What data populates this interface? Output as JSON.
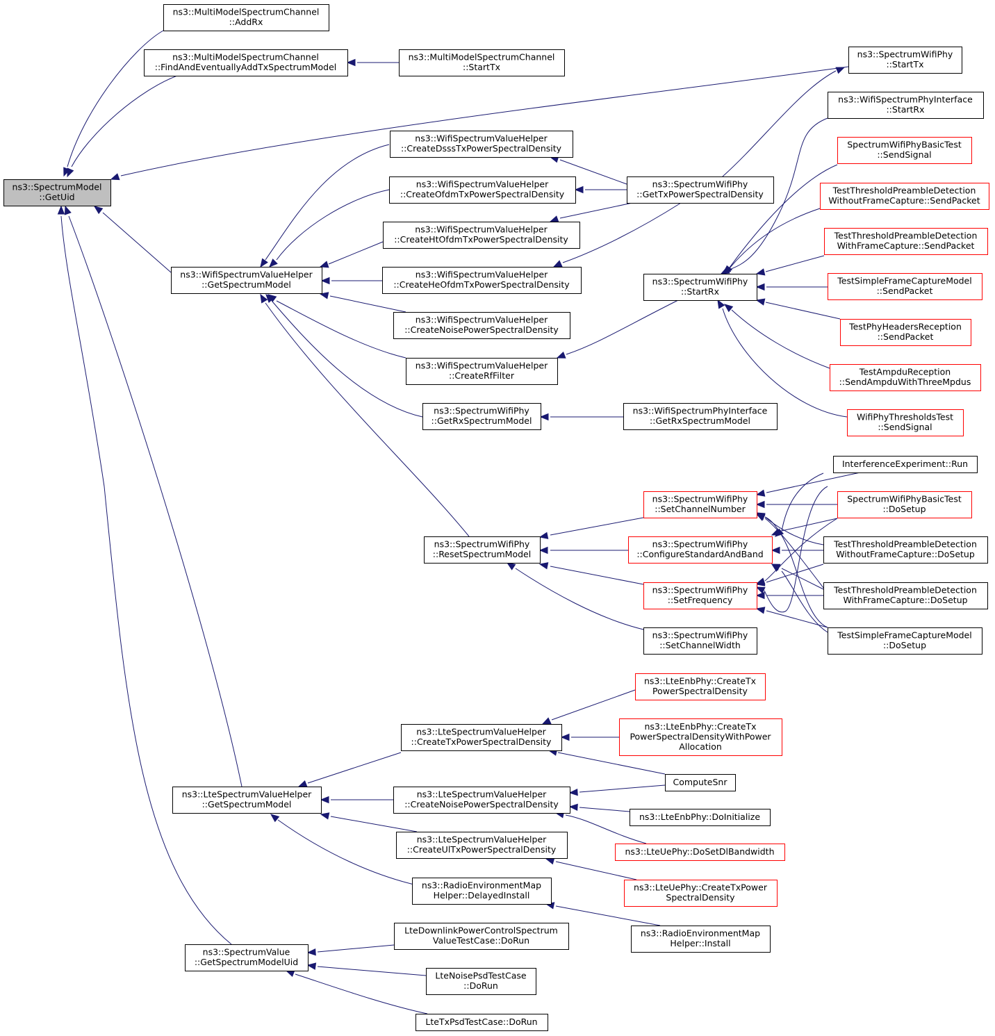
{
  "colors": {
    "edge": "#191970",
    "border_normal": "#000000",
    "border_truncated": "#ff0000",
    "root_fill": "#bfbfbf",
    "node_fill": "#ffffff"
  },
  "nodes": {
    "root": {
      "lines": [
        "ns3::SpectrumModel",
        "::GetUid"
      ],
      "style": "root"
    },
    "mmsc_addrx": {
      "lines": [
        "ns3::MultiModelSpectrumChannel",
        "::AddRx"
      ],
      "style": "normal"
    },
    "mmsc_find": {
      "lines": [
        "ns3::MultiModelSpectrumChannel",
        "::FindAndEventuallyAddTxSpectrumModel"
      ],
      "style": "normal"
    },
    "mmsc_starttx": {
      "lines": [
        "ns3::MultiModelSpectrumChannel",
        "::StartTx"
      ],
      "style": "normal"
    },
    "swp_starttx": {
      "lines": [
        "ns3::SpectrumWifiPhy",
        "::StartTx"
      ],
      "style": "normal"
    },
    "wspi_startrx": {
      "lines": [
        "ns3::WifiSpectrumPhyInterface",
        "::StartRx"
      ],
      "style": "normal"
    },
    "swpbt_sendsignal": {
      "lines": [
        "SpectrumWifiPhyBasicTest",
        "::SendSignal"
      ],
      "style": "truncated"
    },
    "ttpd_wo_sendpacket": {
      "lines": [
        "TestThresholdPreambleDetection",
        "WithoutFrameCapture::SendPacket"
      ],
      "style": "truncated"
    },
    "ttpd_w_sendpacket": {
      "lines": [
        "TestThresholdPreambleDetection",
        "WithFrameCapture::SendPacket"
      ],
      "style": "truncated"
    },
    "tsfcm_sendpacket": {
      "lines": [
        "TestSimpleFrameCaptureModel",
        "::SendPacket"
      ],
      "style": "truncated"
    },
    "tphr_sendpacket": {
      "lines": [
        "TestPhyHeadersReception",
        "::SendPacket"
      ],
      "style": "truncated"
    },
    "tar_send3": {
      "lines": [
        "TestAmpduReception",
        "::SendAmpduWithThreeMpdus"
      ],
      "style": "truncated"
    },
    "wptt_sendsignal": {
      "lines": [
        "WifiPhyThresholdsTest",
        "::SendSignal"
      ],
      "style": "truncated"
    },
    "wsvh_dsss": {
      "lines": [
        "ns3::WifiSpectrumValueHelper",
        "::CreateDsssTxPowerSpectralDensity"
      ],
      "style": "normal"
    },
    "wsvh_ofdm": {
      "lines": [
        "ns3::WifiSpectrumValueHelper",
        "::CreateOfdmTxPowerSpectralDensity"
      ],
      "style": "normal"
    },
    "wsvh_ht": {
      "lines": [
        "ns3::WifiSpectrumValueHelper",
        "::CreateHtOfdmTxPowerSpectralDensity"
      ],
      "style": "normal"
    },
    "wsvh_he": {
      "lines": [
        "ns3::WifiSpectrumValueHelper",
        "::CreateHeOfdmTxPowerSpectralDensity"
      ],
      "style": "normal"
    },
    "wsvh_noise": {
      "lines": [
        "ns3::WifiSpectrumValueHelper",
        "::CreateNoisePowerSpectralDensity"
      ],
      "style": "normal"
    },
    "wsvh_rf": {
      "lines": [
        "ns3::WifiSpectrumValueHelper",
        "::CreateRfFilter"
      ],
      "style": "normal"
    },
    "swp_getrxsm": {
      "lines": [
        "ns3::SpectrumWifiPhy",
        "::GetRxSpectrumModel"
      ],
      "style": "normal"
    },
    "wspi_getrxsm": {
      "lines": [
        "ns3::WifiSpectrumPhyInterface",
        "::GetRxSpectrumModel"
      ],
      "style": "normal"
    },
    "wsvh_getsm": {
      "lines": [
        "ns3::WifiSpectrumValueHelper",
        "::GetSpectrumModel"
      ],
      "style": "normal"
    },
    "swp_gettxpsd": {
      "lines": [
        "ns3::SpectrumWifiPhy",
        "::GetTxPowerSpectralDensity"
      ],
      "style": "normal"
    },
    "swp_startrx": {
      "lines": [
        "ns3::SpectrumWifiPhy",
        "::StartRx"
      ],
      "style": "normal"
    },
    "ie_run": {
      "lines": [
        "InterferenceExperiment::Run"
      ],
      "style": "normal"
    },
    "swpbt_dosetup": {
      "lines": [
        "SpectrumWifiPhyBasicTest",
        "::DoSetup"
      ],
      "style": "truncated"
    },
    "ttpd_wo_dosetup": {
      "lines": [
        "TestThresholdPreambleDetection",
        "WithoutFrameCapture::DoSetup"
      ],
      "style": "normal"
    },
    "ttpd_w_dosetup": {
      "lines": [
        "TestThresholdPreambleDetection",
        "WithFrameCapture::DoSetup"
      ],
      "style": "normal"
    },
    "tsfcm_dosetup": {
      "lines": [
        "TestSimpleFrameCaptureModel",
        "::DoSetup"
      ],
      "style": "normal"
    },
    "swp_setchnum": {
      "lines": [
        "ns3::SpectrumWifiPhy",
        "::SetChannelNumber"
      ],
      "style": "truncated"
    },
    "swp_cfgstd": {
      "lines": [
        "ns3::SpectrumWifiPhy",
        "::ConfigureStandardAndBand"
      ],
      "style": "truncated"
    },
    "swp_setfreq": {
      "lines": [
        "ns3::SpectrumWifiPhy",
        "::SetFrequency"
      ],
      "style": "truncated"
    },
    "swp_setchw": {
      "lines": [
        "ns3::SpectrumWifiPhy",
        "::SetChannelWidth"
      ],
      "style": "normal"
    },
    "swp_resetsm": {
      "lines": [
        "ns3::SpectrumWifiPhy",
        "::ResetSpectrumModel"
      ],
      "style": "normal"
    },
    "lep_createtx": {
      "lines": [
        "ns3::LteEnbPhy::CreateTx",
        "PowerSpectralDensity"
      ],
      "style": "truncated"
    },
    "lep_createtx_pa": {
      "lines": [
        "ns3::LteEnbPhy::CreateTx",
        "PowerSpectralDensityWithPower",
        "Allocation"
      ],
      "style": "truncated"
    },
    "lsvh_createtx": {
      "lines": [
        "ns3::LteSpectrumValueHelper",
        "::CreateTxPowerSpectralDensity"
      ],
      "style": "normal"
    },
    "computesnr": {
      "lines": [
        "ComputeSnr"
      ],
      "style": "normal"
    },
    "lsvh_noise": {
      "lines": [
        "ns3::LteSpectrumValueHelper",
        "::CreateNoisePowerSpectralDensity"
      ],
      "style": "normal"
    },
    "lep_doinit": {
      "lines": [
        "ns3::LteEnbPhy::DoInitialize"
      ],
      "style": "normal"
    },
    "lup_dosetdlbw": {
      "lines": [
        "ns3::LteUePhy::DoSetDlBandwidth"
      ],
      "style": "truncated"
    },
    "lsvh_ultx": {
      "lines": [
        "ns3::LteSpectrumValueHelper",
        "::CreateUlTxPowerSpectralDensity"
      ],
      "style": "normal"
    },
    "lup_createtx": {
      "lines": [
        "ns3::LteUePhy::CreateTxPower",
        "SpectralDensity"
      ],
      "style": "truncated"
    },
    "remh_delayed": {
      "lines": [
        "ns3::RadioEnvironmentMap",
        "Helper::DelayedInstall"
      ],
      "style": "normal"
    },
    "remh_install": {
      "lines": [
        "ns3::RadioEnvironmentMap",
        "Helper::Install"
      ],
      "style": "normal"
    },
    "lsvh_getsm": {
      "lines": [
        "ns3::LteSpectrumValueHelper",
        "::GetSpectrumModel"
      ],
      "style": "normal"
    },
    "sv_getsmuid": {
      "lines": [
        "ns3::SpectrumValue",
        "::GetSpectrumModelUid"
      ],
      "style": "normal"
    },
    "ldpc_dorun": {
      "lines": [
        "LteDownlinkPowerControlSpectrum",
        "ValueTestCase::DoRun"
      ],
      "style": "normal"
    },
    "lnpsd_dorun": {
      "lines": [
        "LteNoisePsdTestCase",
        "::DoRun"
      ],
      "style": "normal"
    },
    "ltxpsd_dorun": {
      "lines": [
        "LteTxPsdTestCase::DoRun"
      ],
      "style": "normal"
    }
  }
}
